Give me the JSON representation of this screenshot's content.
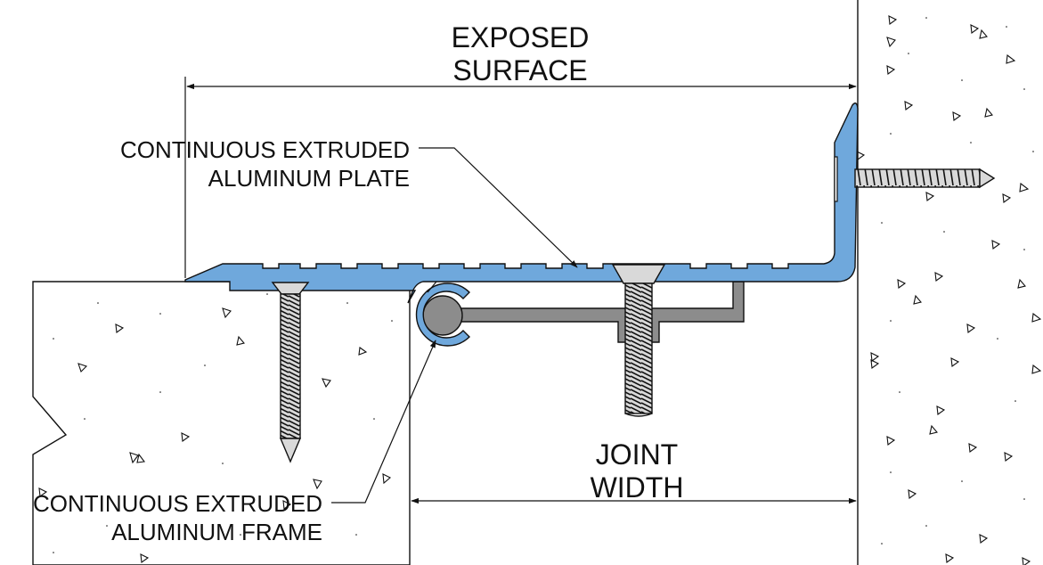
{
  "labels": {
    "exposed_surface": [
      "EXPOSED",
      "SURFACE"
    ],
    "joint_width": [
      "JOINT",
      "WIDTH"
    ],
    "plate_callout": [
      "CONTINUOUS EXTRUDED",
      "ALUMINUM PLATE"
    ],
    "frame_callout": [
      "CONTINUOUS EXTRUDED",
      "ALUMINUM FRAME"
    ]
  },
  "colors": {
    "aluminum_plate": "#6fa8dc",
    "frame": "#8c8c8c",
    "line": "#111111",
    "background": "#ffffff"
  }
}
